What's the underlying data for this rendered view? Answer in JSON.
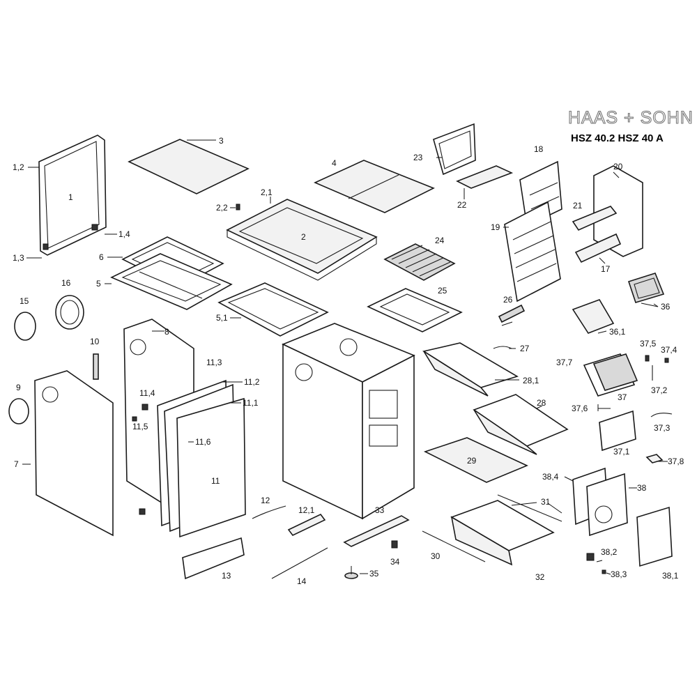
{
  "brand": "HAAS + SOHN",
  "model": "HSZ 40.2 HSZ 40 A",
  "labels": {
    "p1": "1",
    "p1_2": "1,2",
    "p1_3": "1,3",
    "p1_4": "1,4",
    "p2": "2",
    "p2_1": "2,1",
    "p2_2": "2,2",
    "p3": "3",
    "p4": "4",
    "p5": "5",
    "p5_1": "5,1",
    "p6": "6",
    "p7": "7",
    "p8": "8",
    "p9": "9",
    "p10": "10",
    "p11": "11",
    "p11_1": "11,1",
    "p11_2": "11,2",
    "p11_3": "11,3",
    "p11_4": "11,4",
    "p11_5": "11,5",
    "p11_6": "11,6",
    "p12": "12",
    "p12_1": "12,1",
    "p13": "13",
    "p14": "14",
    "p15": "15",
    "p16": "16",
    "p17": "17",
    "p18": "18",
    "p19": "19",
    "p20": "20",
    "p21": "21",
    "p22": "22",
    "p23": "23",
    "p24": "24",
    "p25": "25",
    "p26": "26",
    "p27": "27",
    "p28": "28",
    "p28_1": "28,1",
    "p29": "29",
    "p30": "30",
    "p31": "31",
    "p32": "32",
    "p33": "33",
    "p34": "34",
    "p35": "35",
    "p36": "36",
    "p36_1": "36,1",
    "p37": "37",
    "p37_1": "37,1",
    "p37_2": "37,2",
    "p37_3": "37,3",
    "p37_4": "37,4",
    "p37_5": "37,5",
    "p37_6": "37,6",
    "p37_7": "37,7",
    "p37_8": "37,8",
    "p38": "38",
    "p38_1": "38,1",
    "p38_2": "38,2",
    "p38_3": "38,3",
    "p38_4": "38,4"
  }
}
